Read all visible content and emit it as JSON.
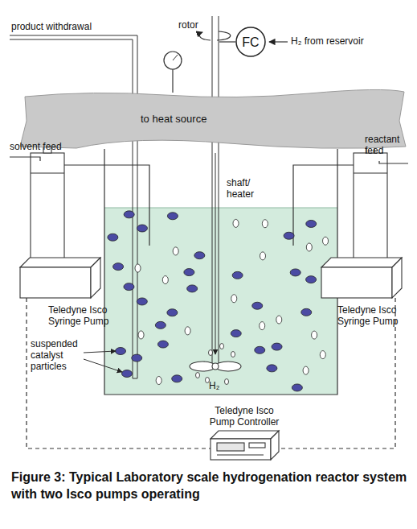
{
  "diagram": {
    "caption": "Figure 3: Typical Laboratory scale hydrogenation reactor system with two Isco pumps operating",
    "nodes": [
      {
        "text": [
          "FC"
        ]
      },
      {
        "text": [
          "to heat source"
        ]
      },
      {
        "text": [
          "Teledyne Isco Syringe Pump"
        ]
      },
      {
        "text": [
          "Teledyne Isco Syringe Pump"
        ]
      },
      {
        "text": [
          "Teledyne Isco Pump Controller"
        ]
      }
    ],
    "edges": [
      {
        "from": 2,
        "to": 4,
        "arrow": "none"
      },
      {
        "from": 3,
        "to": 4,
        "arrow": "none"
      }
    ],
    "labels": [
      "product withdrawal",
      "rotor",
      "H₂ from reservoir",
      "shaft/ heater",
      "solvent feed",
      "reactant feed",
      "suspended catalyst particles",
      "H₂"
    ]
  }
}
